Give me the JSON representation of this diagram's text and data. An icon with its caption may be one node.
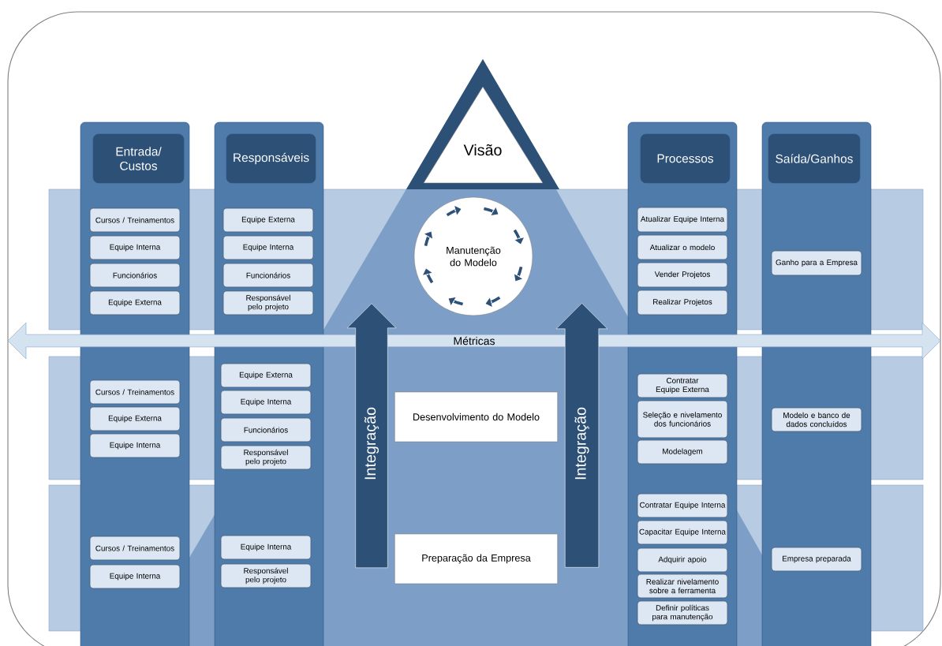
{
  "diagram": {
    "nodes": [
      {
        "text": [
          "Visão"
        ]
      },
      {
        "text": [
          "Entrada/ Custos"
        ]
      },
      {
        "text": [
          "Responsáveis"
        ]
      },
      {
        "text": [
          "Processos"
        ]
      },
      {
        "text": [
          "Saída/Ganhos"
        ]
      },
      {
        "text": [
          "Cursos / Treinamentos"
        ]
      },
      {
        "text": [
          "Equipe Interna"
        ]
      },
      {
        "text": [
          "Funcionários"
        ]
      },
      {
        "text": [
          "Equipe Externa"
        ]
      },
      {
        "text": [
          "Equipe Externa"
        ]
      },
      {
        "text": [
          "Equipe Interna"
        ]
      },
      {
        "text": [
          "Funcionários"
        ]
      },
      {
        "text": [
          "Responsável pelo projeto"
        ]
      },
      {
        "text": [
          "Manutenção do Modelo"
        ]
      },
      {
        "text": [
          "Atualizar Equipe Interna"
        ]
      },
      {
        "text": [
          "Atualizar o modelo"
        ]
      },
      {
        "text": [
          "Vender Projetos"
        ]
      },
      {
        "text": [
          "Realizar Projetos"
        ]
      },
      {
        "text": [
          "Ganho para a Empresa"
        ]
      },
      {
        "text": [
          "Métricas"
        ]
      },
      {
        "text": [
          "Cursos / Treinamentos"
        ]
      },
      {
        "text": [
          "Equipe Externa"
        ]
      },
      {
        "text": [
          "Equipe Interna"
        ]
      },
      {
        "text": [
          "Equipe Externa"
        ]
      },
      {
        "text": [
          "Equipe Interna"
        ]
      },
      {
        "text": [
          "Funcionários"
        ]
      },
      {
        "text": [
          "Responsável pelo projeto"
        ]
      },
      {
        "text": [
          "Integração"
        ]
      },
      {
        "text": [
          "Desenvolvimento do Modelo"
        ]
      },
      {
        "text": [
          "Integração"
        ]
      },
      {
        "text": [
          "Contratar Equipe Externa"
        ]
      },
      {
        "text": [
          "Seleção e nivelamento dos funcionários"
        ]
      },
      {
        "text": [
          "Modelagem"
        ]
      },
      {
        "text": [
          "Modelo e banco de dados concluídos"
        ]
      },
      {
        "text": [
          "Cursos / Treinamentos"
        ]
      },
      {
        "text": [
          "Equipe Interna"
        ]
      },
      {
        "text": [
          "Equipe Interna"
        ]
      },
      {
        "text": [
          "Responsável pelo projeto"
        ]
      },
      {
        "text": [
          "Preparação da Empresa"
        ]
      },
      {
        "text": [
          "Contratar Equipe Interna"
        ]
      },
      {
        "text": [
          "Capacitar Equipe Interna"
        ]
      },
      {
        "text": [
          "Adquirir apoio"
        ]
      },
      {
        "text": [
          "Realizar nivelamento sobre a ferramenta"
        ]
      },
      {
        "text": [
          "Definir políticas para manutenção"
        ]
      },
      {
        "text": [
          "Empresa preparada"
        ]
      }
    ]
  }
}
